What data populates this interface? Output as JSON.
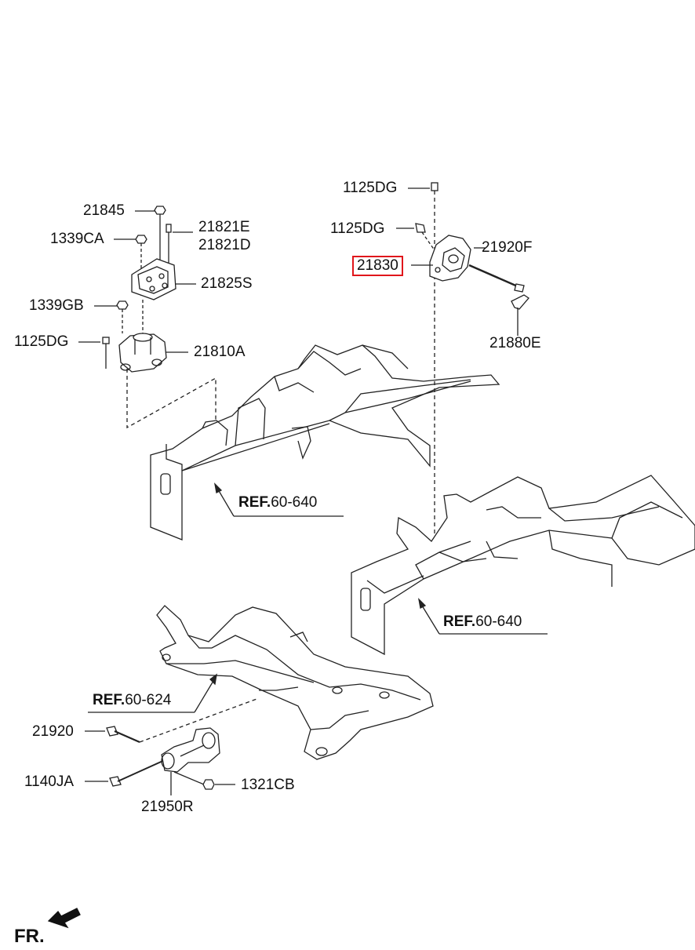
{
  "labels": {
    "p1125dg_top": "1125DG",
    "p1125dg_mid": "1125DG",
    "p21920f": "21920F",
    "p21830": "21830",
    "p21880e": "21880E",
    "p21845": "21845",
    "p21821e": "21821E",
    "p21821d": "21821D",
    "p1339ca": "1339CA",
    "p21825s": "21825S",
    "p1339gb": "1339GB",
    "p1125dg_left": "1125DG",
    "p21810a": "21810A",
    "p21920": "21920",
    "p1140ja": "1140JA",
    "p1321cb": "1321CB",
    "p21950r": "21950R"
  },
  "refs": {
    "ref1_prefix": "REF.",
    "ref1_num": "60-640",
    "ref2_prefix": "REF.",
    "ref2_num": "60-640",
    "ref3_prefix": "REF.",
    "ref3_num": "60-624"
  },
  "orientation": {
    "label": "FR."
  },
  "highlight": {
    "part": "21830",
    "color": "#e0161b"
  }
}
